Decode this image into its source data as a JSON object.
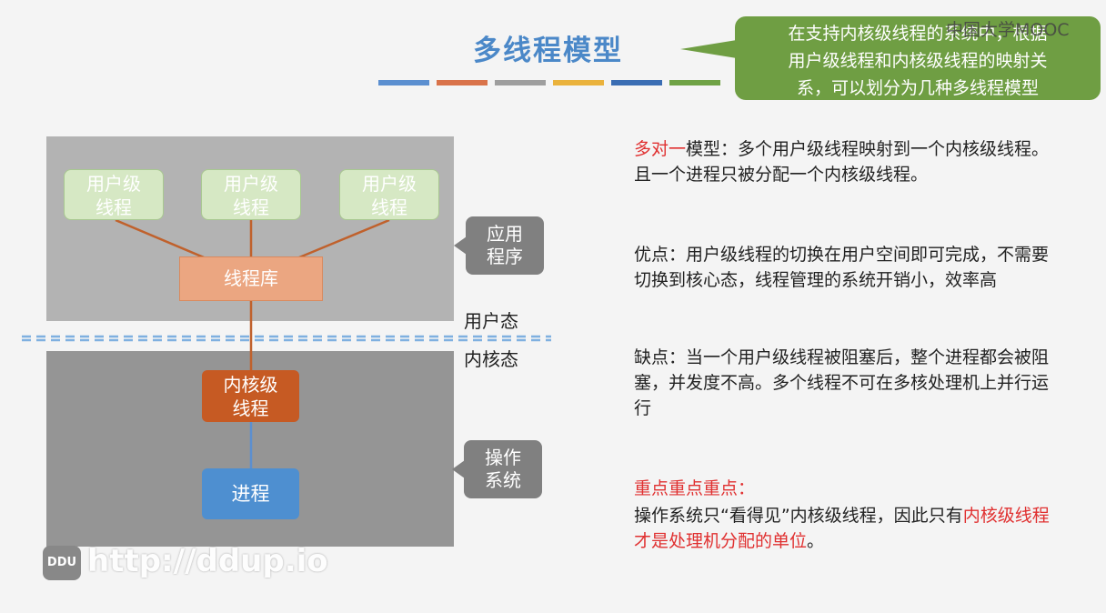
{
  "title": "多线程模型",
  "callout": {
    "line1": "在支持内核级线程的系统中，根据",
    "line2": "用户级线程和内核级线程的映射关",
    "line3": "系，可以划分为几种多线程模型"
  },
  "mooc_logo": "中国大学MOOC",
  "stripe_colors": [
    "#5b8fd0",
    "#d9734a",
    "#9e9e9e",
    "#eab23c",
    "#3a6db3",
    "#6fa245"
  ],
  "diagram": {
    "user_thread_line1": "用户级",
    "user_thread_line2": "线程",
    "thread_library": "线程库",
    "kernel_thread_line1": "内核级",
    "kernel_thread_line2": "线程",
    "process": "进程",
    "app_label_line1": "应用",
    "app_label_line2": "程序",
    "os_label_line1": "操作",
    "os_label_line2": "系统",
    "user_mode": "用户态",
    "kernel_mode": "内核态"
  },
  "text": {
    "p1_red": "多对一",
    "p1": "模型：多个用户级线程映射到一个内核级线程。且一个进程只被分配一个内核级线程。",
    "p2": "优点：用户级线程的切换在用户空间即可完成，不需要切换到核心态，线程管理的系统开销小，效率高",
    "p3": "缺点：当一个用户级线程被阻塞后，整个进程都会被阻塞，并发度不高。多个线程不可在多核处理机上并行运行",
    "p4_heading": "重点重点重点：",
    "p4a": "操作系统只“看得见”内核级线程，因此只有",
    "p4_red": "内核级线程才是处理机分配的单位",
    "p4b": "。"
  },
  "watermark": {
    "logo": "DDU",
    "url": "http://ddup.io"
  }
}
